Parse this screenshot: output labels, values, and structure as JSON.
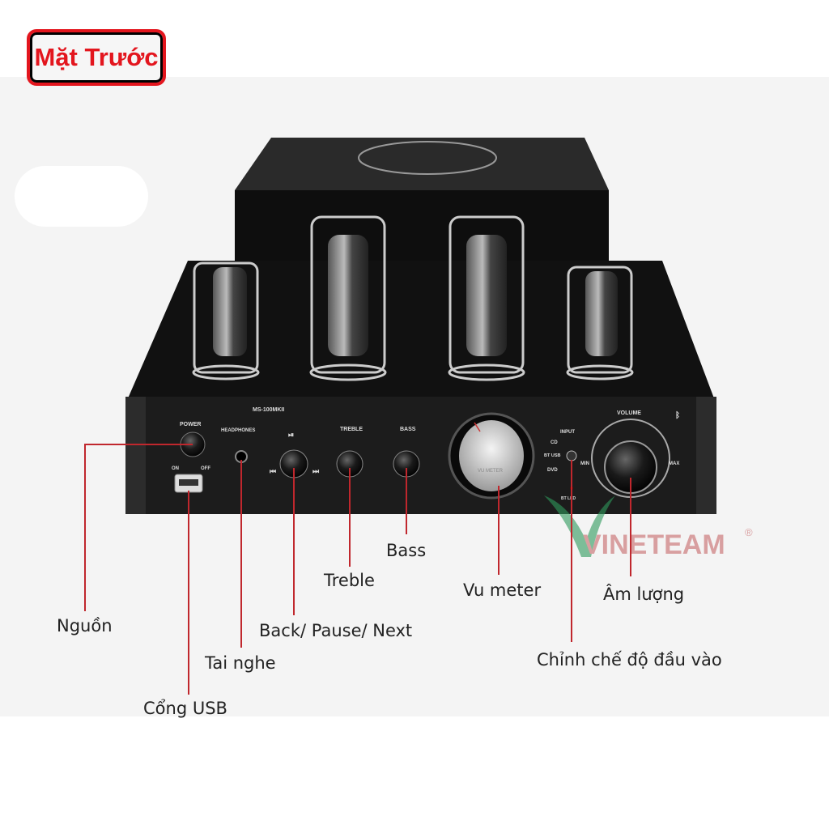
{
  "title": "Mặt Trước",
  "panel": {
    "model": "MS-100MKII",
    "power": "POWER",
    "on": "ON",
    "off": "OFF",
    "headphones": "HEADPHONES",
    "treble": "TREBLE",
    "bass": "BASS",
    "vu": "VU METER",
    "input": "INPUT",
    "cd": "CD",
    "bt_usb": "BT USB",
    "dvd": "DVD",
    "bt_led": "BT LED",
    "volume": "VOLUME",
    "min": "MIN",
    "max": "MAX"
  },
  "watermark": {
    "text": "VINETEAM",
    "mark": "®"
  },
  "labels": {
    "power": "Nguồn",
    "usb": "Cổng USB",
    "headphone": "Tai nghe",
    "playback": "Back/ Pause/ Next",
    "treble": "Treble",
    "bass": "Bass",
    "vu_meter": "Vu meter",
    "input_mode": "Chỉnh chế độ đầu vào",
    "volume": "Âm lượng"
  },
  "colors": {
    "accent": "#e3161e",
    "leader": "#c0272d"
  }
}
